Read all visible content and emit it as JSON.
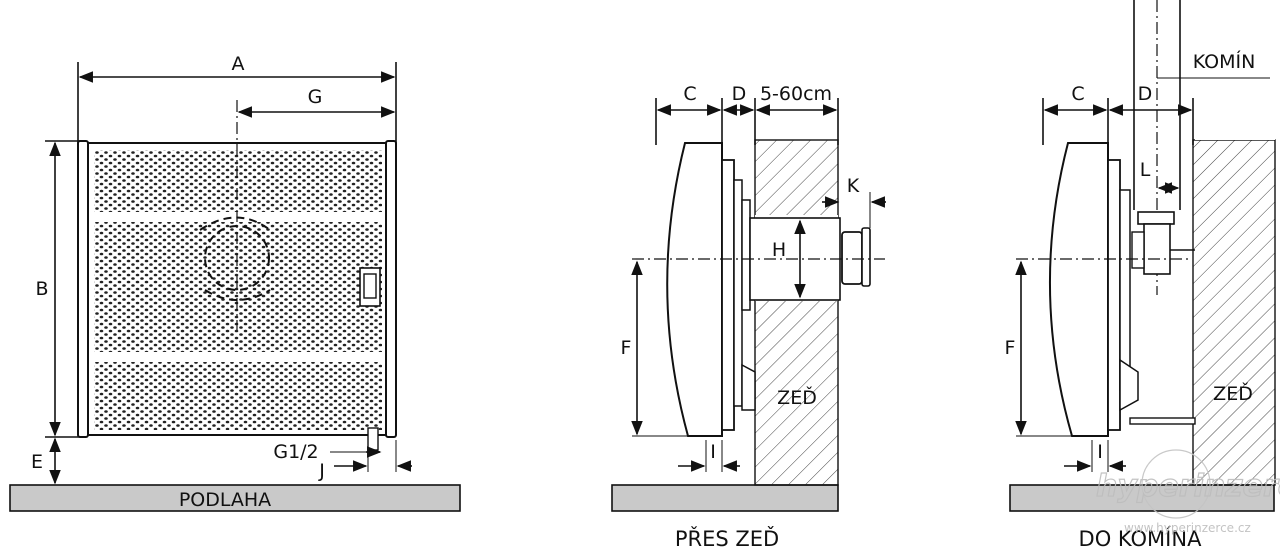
{
  "front_view": {
    "dims": {
      "A": "A",
      "B": "B",
      "E": "E",
      "G": "G",
      "G1_2": "G1/2",
      "J": "J"
    },
    "floor_label": "PODLAHA"
  },
  "wall_view": {
    "dims": {
      "C": "C",
      "D": "D",
      "range": "5-60cm",
      "K": "K",
      "H": "H",
      "F": "F",
      "I": "I"
    },
    "wall_label": "ZEĎ",
    "caption": "PŘES ZEĎ"
  },
  "chimney_view": {
    "dims": {
      "C": "C",
      "D": "D",
      "L": "L",
      "F": "F",
      "I": "I"
    },
    "chimney_label": "KOMÍN",
    "wall_label": "ZEĎ",
    "caption": "DO KOMÍNA"
  },
  "watermark": {
    "logo": "hyperinzerce",
    "url": "www.hyperinzerce.cz"
  }
}
